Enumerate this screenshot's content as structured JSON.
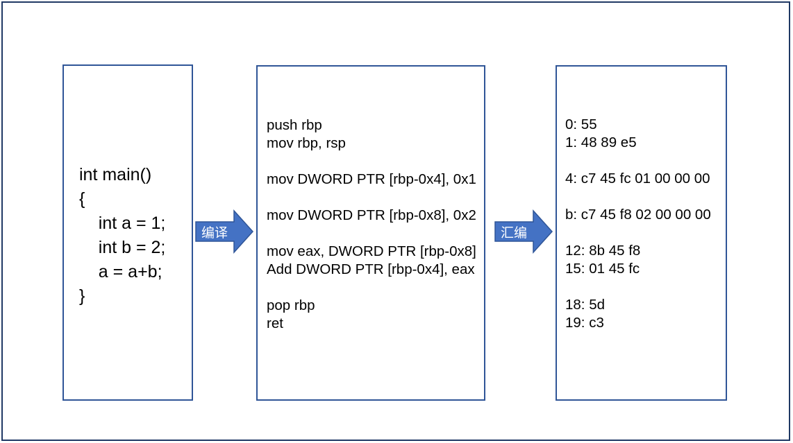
{
  "slide": {
    "frame_color": "#1F3864",
    "box_border_color": "#2F5597",
    "background": "#ffffff"
  },
  "boxes": {
    "source": {
      "name": "source-code-box",
      "code": "int main()\n{\n    int a = 1;\n    int b = 2;\n    a = a+b;\n}",
      "lines": [
        "int main()",
        "{",
        "    int a = 1;",
        "    int b = 2;",
        "    a = a+b;",
        "}"
      ]
    },
    "assembly": {
      "name": "assembly-code-box",
      "code": "push rbp\nmov rbp, rsp\n\nmov DWORD PTR [rbp-0x4], 0x1\n\nmov DWORD PTR [rbp-0x8], 0x2\n\nmov eax, DWORD PTR [rbp-0x8]\nAdd DWORD PTR [rbp-0x4], eax\n\npop rbp\nret",
      "lines": [
        "push rbp",
        "mov rbp, rsp",
        "",
        "mov DWORD PTR [rbp-0x4], 0x1",
        "",
        "mov DWORD PTR [rbp-0x8], 0x2",
        "",
        "mov eax, DWORD PTR [rbp-0x8]",
        "Add DWORD PTR [rbp-0x4], eax",
        "",
        "pop rbp",
        "ret"
      ]
    },
    "machine": {
      "name": "machine-code-box",
      "code": "0: 55\n1: 48 89 e5\n\n4: c7 45 fc 01 00 00 00\n\nb: c7 45 f8 02 00 00 00\n\n12: 8b 45 f8\n15: 01 45 fc\n\n18: 5d\n19: c3",
      "lines": [
        "0: 55",
        "1: 48 89 e5",
        "",
        "4: c7 45 fc 01 00 00 00",
        "",
        "b: c7 45 f8 02 00 00 00",
        "",
        "12: 8b 45 f8",
        "15: 01 45 fc",
        "",
        "18: 5d",
        "19: c3"
      ]
    }
  },
  "arrows": [
    {
      "name": "compile-arrow",
      "label": "编译",
      "fill": "#4472C4",
      "stroke": "#2F5597",
      "label_color": "#ffffff"
    },
    {
      "name": "assemble-arrow",
      "label": "汇编",
      "fill": "#4472C4",
      "stroke": "#2F5597",
      "label_color": "#ffffff"
    }
  ]
}
